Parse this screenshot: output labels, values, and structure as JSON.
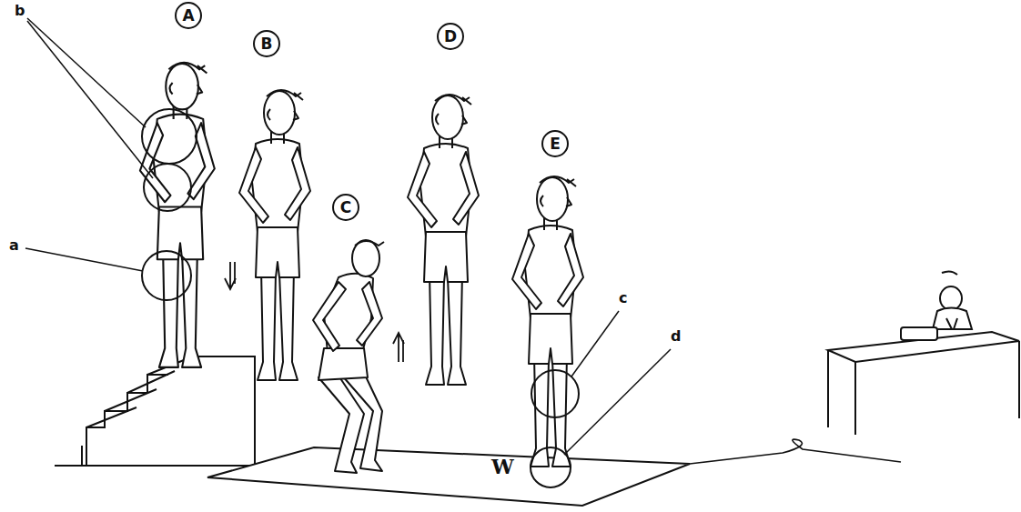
{
  "diagram": {
    "nodes": [
      {
        "text": [
          "A"
        ]
      },
      {
        "text": [
          "B"
        ]
      },
      {
        "text": [
          "C"
        ]
      },
      {
        "text": [
          "D"
        ]
      },
      {
        "text": [
          "E"
        ]
      }
    ],
    "labels": [
      "b",
      "a",
      "c",
      "d",
      "W"
    ]
  }
}
